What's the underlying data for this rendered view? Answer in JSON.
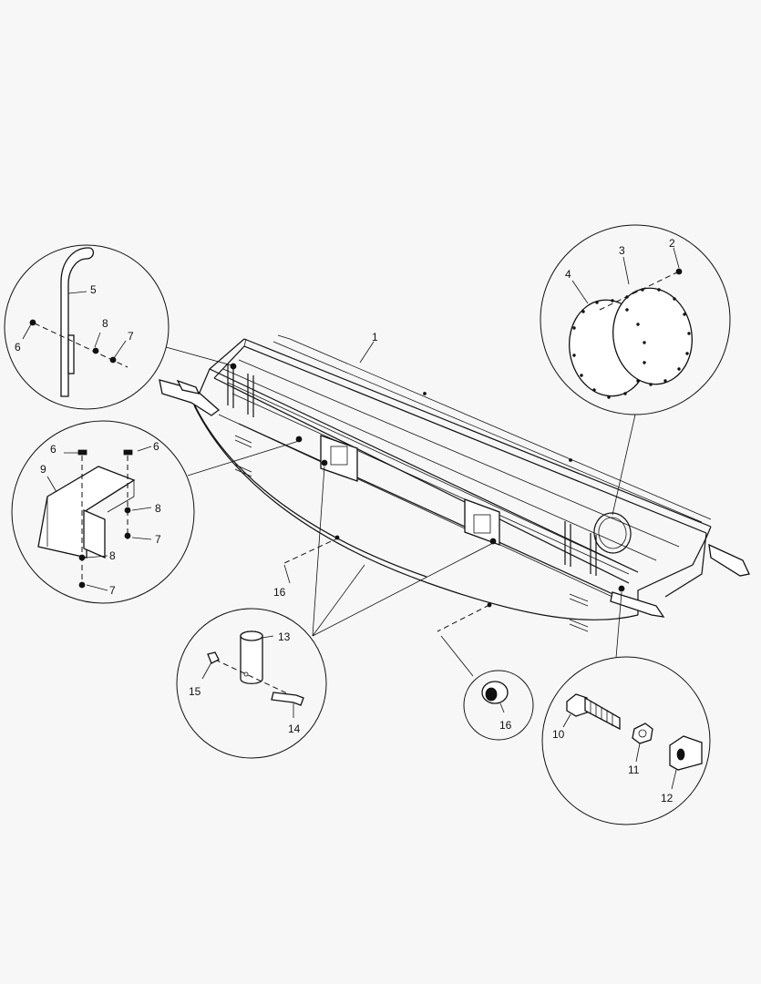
{
  "diagram": {
    "callouts": {
      "n1": "1",
      "n2": "2",
      "n3": "3",
      "n4": "4",
      "n5": "5",
      "n6a": "6",
      "n6b": "6",
      "n6c": "6",
      "n7a": "7",
      "n7b": "7",
      "n7c": "7",
      "n8a": "8",
      "n8b": "8",
      "n8c": "8",
      "n9": "9",
      "n10": "10",
      "n11": "11",
      "n12": "12",
      "n13": "13",
      "n14": "14",
      "n15": "15",
      "n16a": "16",
      "n16b": "16"
    }
  }
}
